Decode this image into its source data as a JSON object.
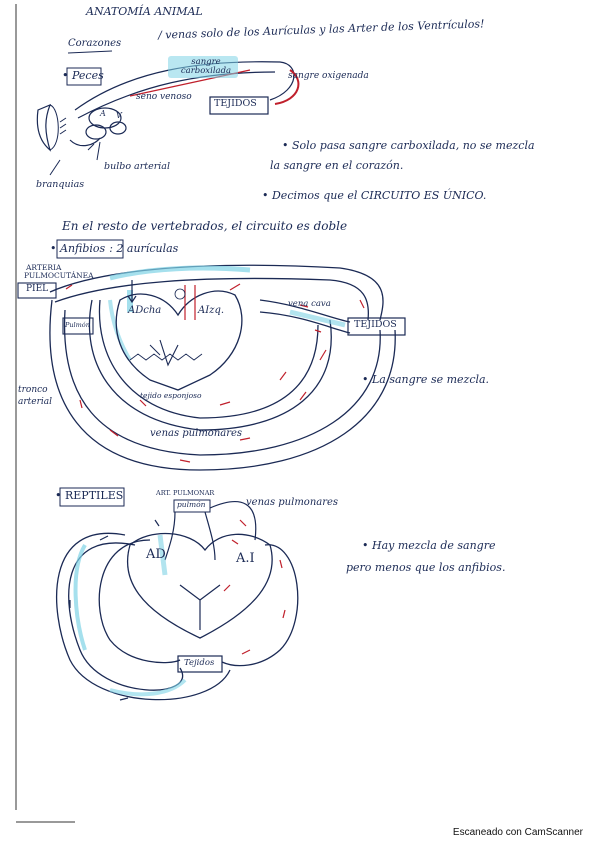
{
  "title": "ANATOMÍA ANIMAL",
  "top_note": "/ venas solo de los Aurículas y las Arter de los Ventrículos!",
  "topic": "Corazones",
  "peces": {
    "label": "Peces",
    "sangre_carboxilada": "sangre carboxilada",
    "sangre_oxigenada": "sangre oxigenada",
    "seno_venoso": "seno venoso",
    "tejidos": "TEJIDOS",
    "bulbo_arterial": "bulbo arterial",
    "branquias": "branquias",
    "heart_a": "A",
    "heart_v": "V",
    "note_1_line1": "• Solo pasa sangre carboxilada, no se mezcla",
    "note_1_line2": "la sangre en el corazón.",
    "note_2": "• Decimos que el CIRCUITO ES ÚNICO."
  },
  "intro_vertebrados": "En el resto de vertebrados, el circuito es doble",
  "anfibios": {
    "label": "Anfibios",
    "subtitle": ": 2 aurículas",
    "arteria_pulmocutanea_1": "ARTERIA",
    "arteria_pulmocutanea_2": "PULMOCUTÁNEA",
    "piel": "PIEL",
    "pulmon": "Pulmón",
    "ad": "ADcha",
    "ai": "AIzq.",
    "vena_cava": "vena cava",
    "tejidos": "TEJIDOS",
    "tronco_arterial_1": "tronco",
    "tronco_arterial_2": "arterial",
    "tejido_esponjoso": "tejido esponjoso",
    "venas_pulmonares": "venas pulmonares",
    "note": "• La sangre se mezcla."
  },
  "reptiles": {
    "label": "REPTILES",
    "art_pulmonar": "ART. PULMONAR",
    "pulmon": "pulmón",
    "venas_pulmonares": "venas pulmonares",
    "ad": "AD",
    "ai": "A.I",
    "tejidos": "Tejidos",
    "note_line1": "• Hay mezcla de sangre",
    "note_line2": "pero menos que los anfibios."
  },
  "footer": "Escaneado con CamScanner",
  "colors": {
    "ink": "#1b2a55",
    "red_arrow": "#c0202c",
    "cyan_highlight": "#7fd3e6"
  }
}
